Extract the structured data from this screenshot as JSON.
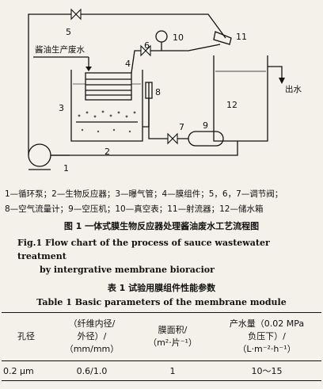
{
  "diagram": {
    "inlet_label": "酱油生产废水",
    "outlet_label": "出水",
    "component_numbers": {
      "n1": "1",
      "n2": "2",
      "n3": "3",
      "n4": "4",
      "n5": "5",
      "n6": "6",
      "n7": "7",
      "n8": "8",
      "n9": "9",
      "n10": "10",
      "n11": "11",
      "n12": "12"
    }
  },
  "figure": {
    "legend_line1": "1—循环泵；2—生物反应器；3—曝气管；4—膜组件；5，6，7—调节阀；",
    "legend_line2": "8—空气流量计；9—空压机；10—真空表；11—射流器；12—储水箱",
    "caption_cn": "图 1   一体式膜生物反应器处理酱油废水工艺流程图",
    "caption_en_line1": "Fig.1   Flow chart of the process of sauce wastewater treatment",
    "caption_en_line2": "by intergrative membrane bioracior"
  },
  "table": {
    "caption_cn": "表 1   试验用膜组件性能参数",
    "caption_en": "Table 1   Basic parameters of the membrane module",
    "headers": {
      "h1": "孔径",
      "h2_line1": "（纤维内径/",
      "h2_line2": "外径）/",
      "h2_line3": "（mm/mm）",
      "h3_line1": "膜面积/",
      "h3_line2": "（m²·片⁻¹）",
      "h4_line1": "产水量（0.02 MPa",
      "h4_line2": "负压下）/",
      "h4_line3": "（L·m⁻²·h⁻¹）"
    },
    "row": {
      "pore": "0.2 μm",
      "fiber": "0.6/1.0",
      "area": "1",
      "flux": "10～15"
    }
  }
}
